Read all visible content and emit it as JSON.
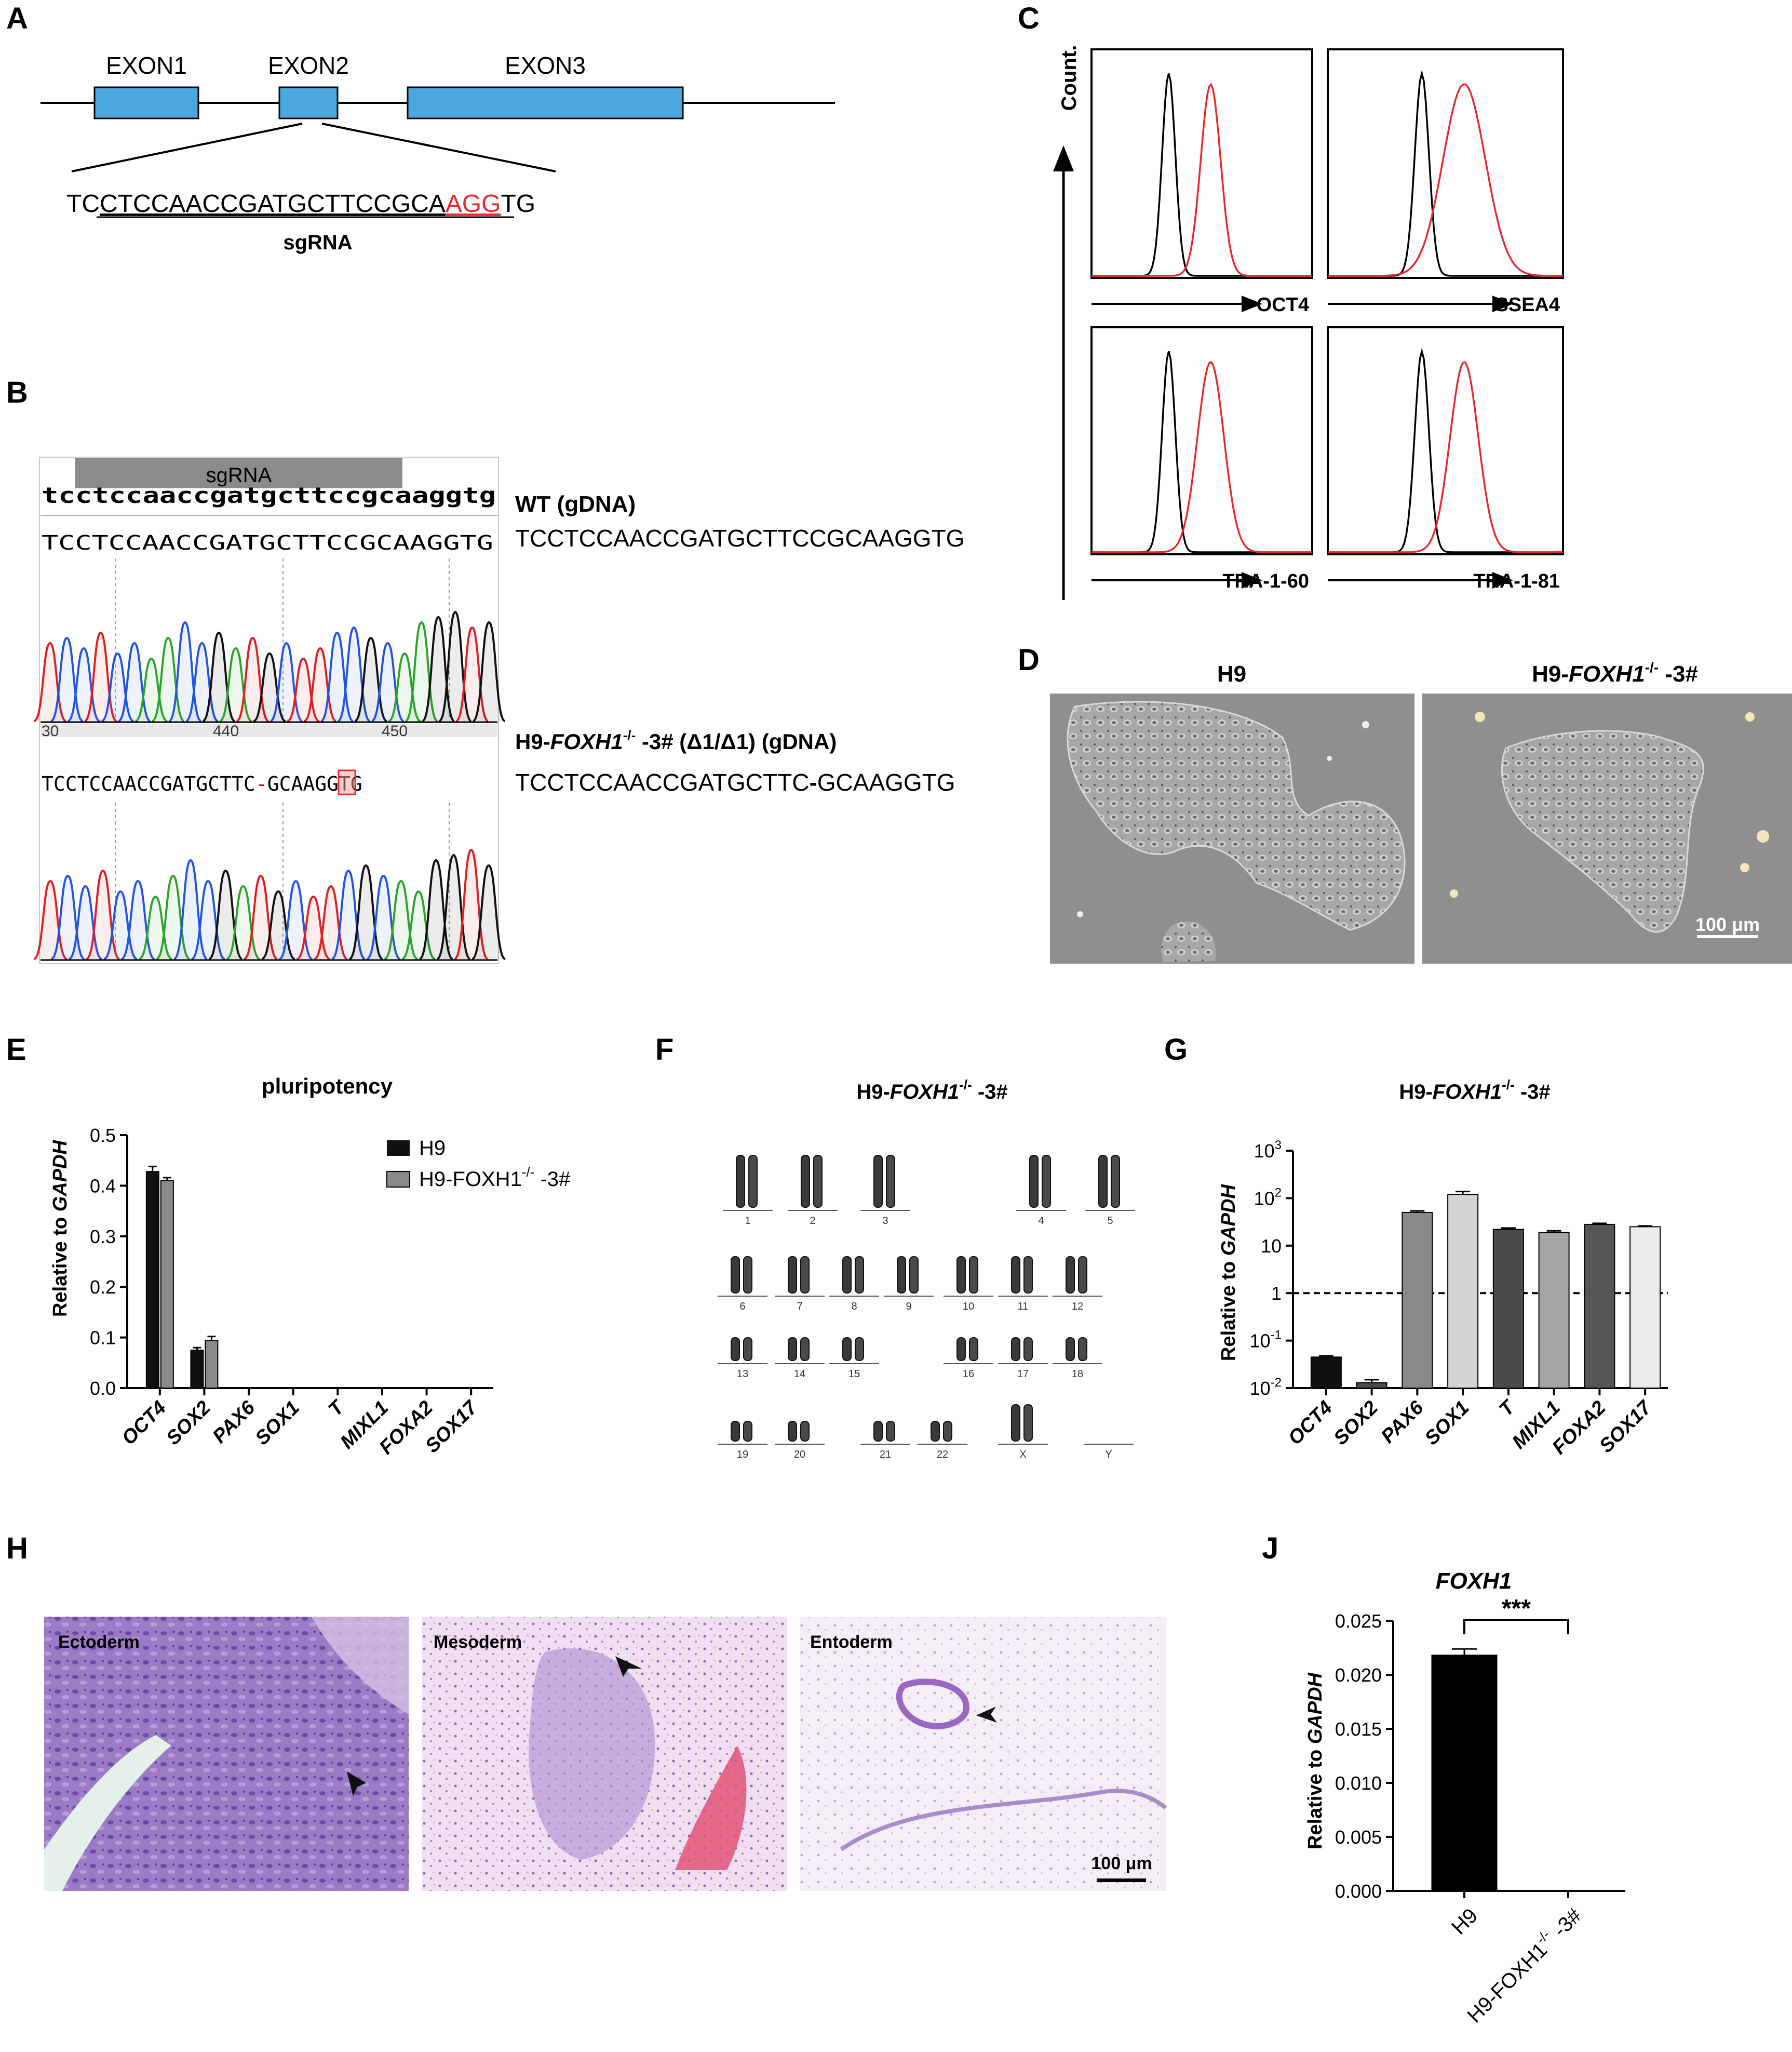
{
  "panel_labels": {
    "A": "A",
    "B": "B",
    "C": "C",
    "D": "D",
    "E": "E",
    "F": "F",
    "G": "G",
    "H": "H",
    "J": "J"
  },
  "panelA": {
    "exons": [
      "EXON1",
      "EXON2",
      "EXON3"
    ],
    "seq_prefix": "TC",
    "seq_target": "CTCCAACCGATGCTTCCGCA",
    "seq_pam": "AGG",
    "seq_suffix": "TG",
    "sgrna_label": "sgRNA",
    "colors": {
      "exon": "#4aa8dc",
      "pam": "#e8282a"
    }
  },
  "panelB": {
    "sgrna_bar": "sgRNA",
    "ref_seq": "tcctccaaccgatgcttccgcaaggtg",
    "wt_read": "TCCTCCAACCGATGCTTCCGCAAGGTG",
    "wt_label": "WT (gDNA)",
    "wt_seq": "TCCTCCAACCGATGCTTCCGCAAGGTG",
    "positions": [
      "30",
      "440",
      "450"
    ],
    "mut_read_pre": "TCCTCCAACCGATGCTTC",
    "mut_read_gap": "-",
    "mut_read_post": "GCAAGGTG",
    "mut_label_pre": "H9-",
    "mut_label_gene": "FOXH1",
    "mut_label_sup": "-/-",
    "mut_label_post": " -3# (Δ1/Δ1) (gDNA)",
    "mut_seq_pre": "TCCTCCAACCGATGCTTC",
    "mut_seq_gap": "-",
    "mut_seq_post": "GCAAGGTG",
    "colors": {
      "A": "#2aa52a",
      "C": "#2255dd",
      "G": "#111111",
      "T": "#e02020"
    }
  },
  "panelC": {
    "y_label": "Count.",
    "markers": [
      "OCT4",
      "SSEA4",
      "TRA-1-60",
      "TRA-1-81"
    ],
    "colors": {
      "control": "#000000",
      "sample": "#e8282a"
    }
  },
  "panelD": {
    "label_left": "H9",
    "label_right_pre": "H9-",
    "label_right_gene": "FOXH1",
    "label_right_sup": "-/-",
    "label_right_post": " -3#",
    "scale": "100 μm"
  },
  "panelF": {
    "title_pre": "H9-",
    "title_gene": "FOXH1",
    "title_sup": "-/-",
    "title_post": " -3#",
    "chromosomes": [
      "1",
      "2",
      "3",
      "4",
      "5",
      "6",
      "7",
      "8",
      "9",
      "10",
      "11",
      "12",
      "13",
      "14",
      "15",
      "16",
      "17",
      "18",
      "19",
      "20",
      "21",
      "22",
      "X",
      "Y"
    ]
  },
  "panelH": {
    "labels": [
      "Ectoderm",
      "Mesoderm",
      "Entoderm"
    ],
    "scale": "100 μm"
  },
  "chart_data": [
    {
      "panel": "E",
      "type": "bar",
      "title": "pluripotency",
      "ylabel_pre": "Relative to ",
      "ylabel_gene": "GAPDH",
      "ylim": [
        0,
        0.5
      ],
      "yticks": [
        "0.0",
        "0.1",
        "0.2",
        "0.3",
        "0.4",
        "0.5"
      ],
      "categories": [
        "OCT4",
        "SOX2",
        "PAX6",
        "SOX1",
        "T",
        "MIXL1",
        "FOXA2",
        "SOX17"
      ],
      "legend_placement": "top-right",
      "series": [
        {
          "name": "H9",
          "color": "#111111",
          "values": [
            0.428,
            0.075,
            0,
            0,
            0,
            0,
            0,
            0
          ],
          "errors": [
            0.01,
            0.005,
            0,
            0,
            0,
            0,
            0,
            0
          ]
        },
        {
          "name_pre": "H9-FOXH1",
          "name_sup": "-/-",
          "name_post": " -3#",
          "color": "#8a8a8a",
          "values": [
            0.41,
            0.094,
            0,
            0,
            0,
            0,
            0,
            0
          ],
          "errors": [
            0.006,
            0.008,
            0,
            0,
            0,
            0,
            0,
            0
          ]
        }
      ]
    },
    {
      "panel": "G",
      "type": "bar",
      "title_pre": "H9-",
      "title_gene": "FOXH1",
      "title_sup": "-/-",
      "title_post": " -3#",
      "ylabel_pre": "Relative to ",
      "ylabel_gene": "GAPDH",
      "yscale": "log",
      "ylim": [
        0.01,
        1000
      ],
      "yticks": [
        {
          "base": "10",
          "exp": "3"
        },
        {
          "base": "10",
          "exp": "2"
        },
        {
          "base": "10",
          "exp": ""
        },
        {
          "base": "1",
          "exp": ""
        },
        {
          "base": "10",
          "exp": "-1"
        },
        {
          "base": "10",
          "exp": "-2"
        }
      ],
      "reference_line": 1,
      "categories": [
        "OCT4",
        "SOX2",
        "PAX6",
        "SOX1",
        "T",
        "MIXL1",
        "FOXA2",
        "SOX17"
      ],
      "values": [
        0.045,
        0.013,
        50,
        120,
        22,
        19,
        28,
        25
      ],
      "errors": [
        0.003,
        0.002,
        4,
        18,
        1.5,
        1.5,
        1.5,
        1.0
      ],
      "colors": [
        "#111111",
        "#4a4a4a",
        "#8a8a8a",
        "#d4d4d4",
        "#4a4a4a",
        "#a5a5a5",
        "#555555",
        "#ececec"
      ]
    },
    {
      "panel": "J",
      "type": "bar",
      "title": "FOXH1",
      "ylabel_pre": "Relative to ",
      "ylabel_gene": "GAPDH",
      "ylim": [
        0,
        0.025
      ],
      "yticks": [
        "0.000",
        "0.005",
        "0.010",
        "0.015",
        "0.020",
        "0.025"
      ],
      "categories": [
        "H9",
        "H9-FOXH1"
      ],
      "category2_sup": "-/-",
      "category2_post": " -3#",
      "values": [
        0.0218,
        0.0
      ],
      "errors": [
        0.0006,
        0
      ],
      "significance": "***",
      "colors": [
        "#000000",
        "#ffffff"
      ]
    }
  ]
}
